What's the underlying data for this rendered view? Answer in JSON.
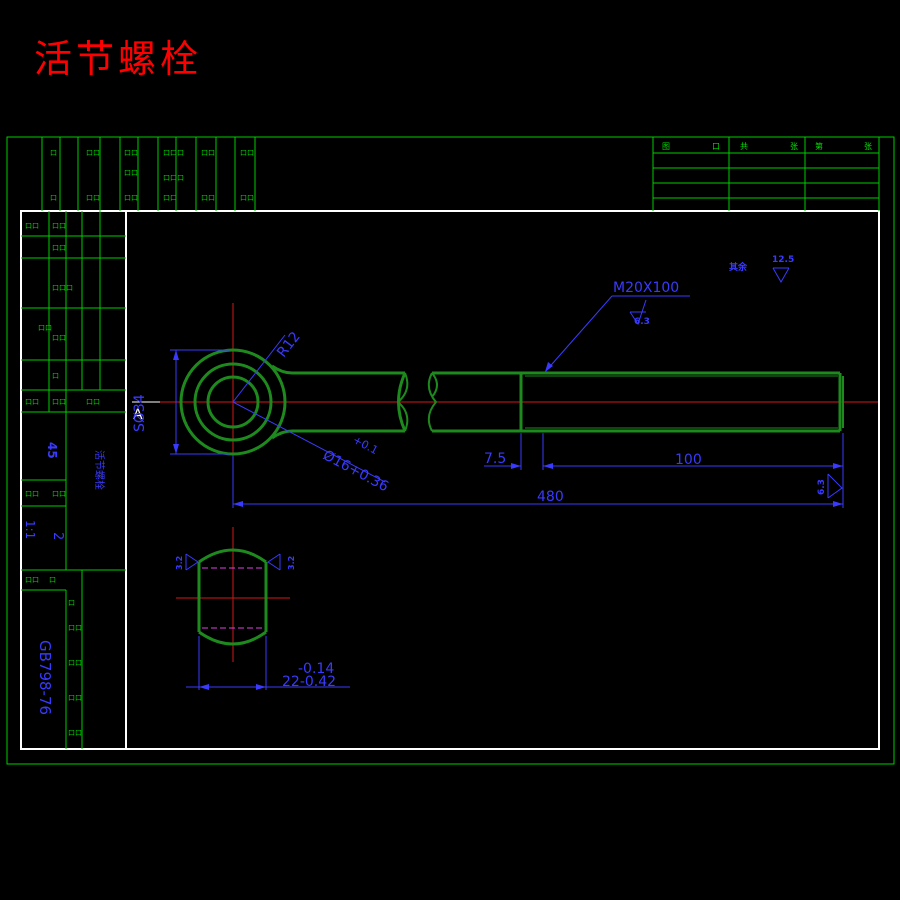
{
  "page": {
    "title": "活节螺栓"
  },
  "colors": {
    "background": "#000000",
    "title": "#ff0000",
    "border": "#00cc00",
    "frame": "#ffffff",
    "part_outline": "#1e8a1e",
    "center_line": "#d01818",
    "dimension": "#3a3aff",
    "hidden_line": "#e040e0",
    "annotation": "#00dd00"
  },
  "title_block": {
    "material": "45",
    "scale": "1:1",
    "quantity": "2",
    "part_name_label": "活节螺栓",
    "standard_code": "GB798-76",
    "side_labels": [
      "审核",
      "设计",
      "标准化",
      "工艺",
      "批准"
    ],
    "top_column_labels": [
      "标记",
      "处数",
      "分区",
      "更改文件号",
      "签名",
      "年月日"
    ],
    "top_right_labels": [
      "图",
      "共",
      "张",
      "第",
      "张"
    ]
  },
  "drawing": {
    "thread_spec": "M20X100",
    "thread_roughness": "6.3",
    "radius_label": "R12",
    "hole_dimension": "Ø16+0.36",
    "hole_dim_sub": "+0.1",
    "head_height": "SØ34",
    "section_marker": "A",
    "dim_chamfer": "7.5",
    "dim_thread_length": "100",
    "dim_total_length": "480",
    "roughness_end": "6.3",
    "roughness_general": "12.5",
    "roughness_general_prefix": "其余",
    "section_width_upper": "-0.14",
    "section_width_main": "22-0.42",
    "section_roughness_left": "3.2",
    "section_roughness_right": "3.2"
  }
}
